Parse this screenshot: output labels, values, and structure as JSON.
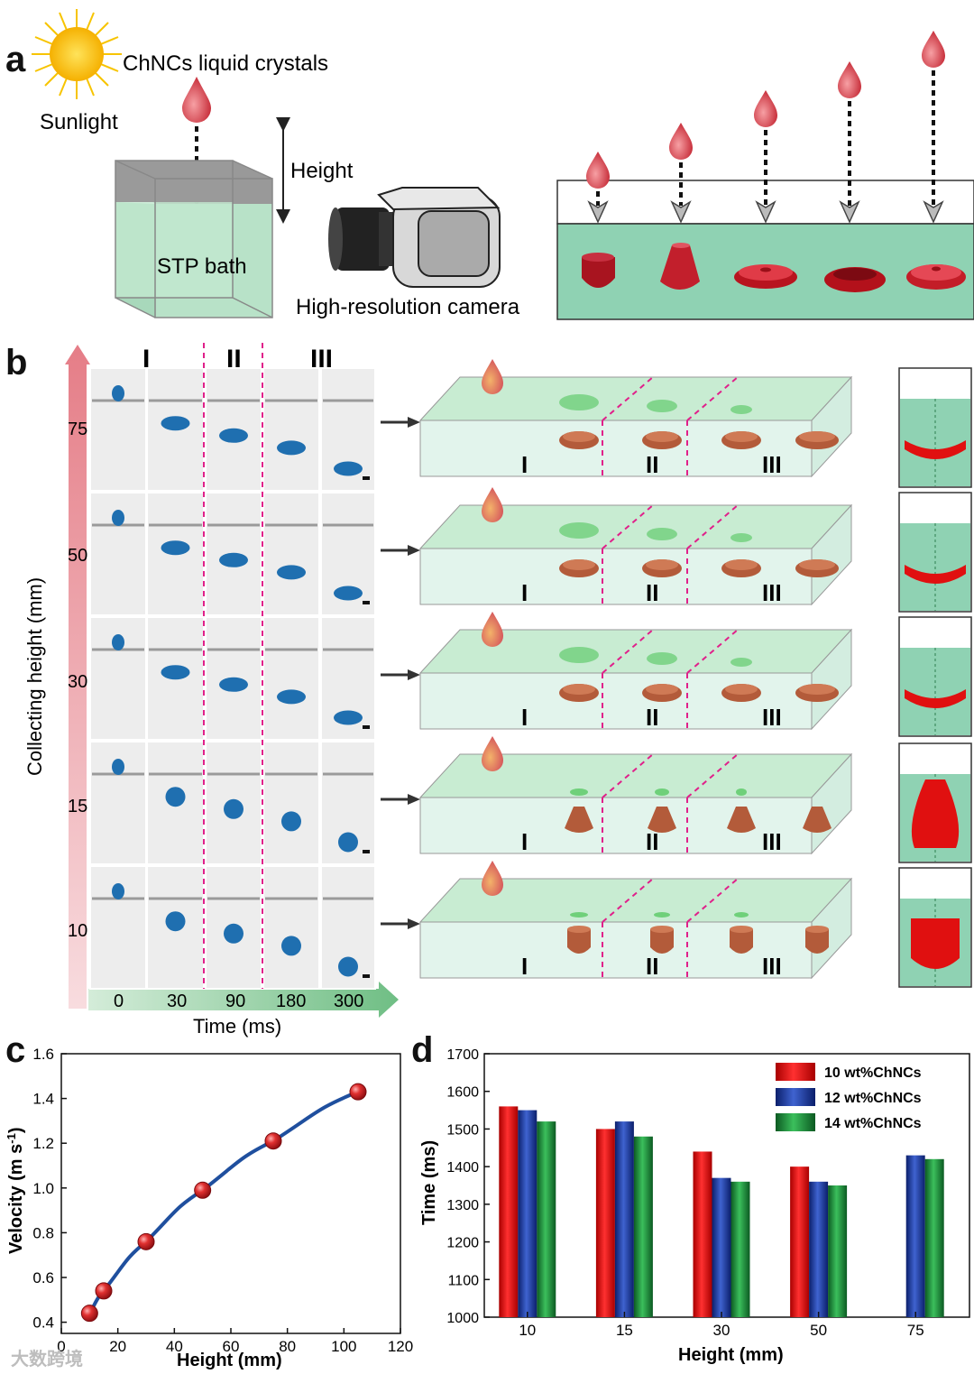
{
  "panel_a": {
    "letter": "a",
    "sun_label": "Sunlight",
    "material_label": "ChNCs liquid crystals",
    "height_label": "Height",
    "bath_label": "STP bath",
    "camera_label": "High-resolution camera"
  },
  "panel_b": {
    "letter": "b",
    "y_axis_label": "Collecting height (mm)",
    "x_axis_label": "Time (ms)",
    "stage_labels": [
      "I",
      "II",
      "III"
    ],
    "height_rows": [
      "75",
      "50",
      "30",
      "15",
      "10"
    ],
    "time_ticks": [
      "0",
      "30",
      "90",
      "180",
      "300"
    ],
    "colors": {
      "drop": "#d9404a",
      "bath": "#9fd8c0",
      "shape": "#b35b3a",
      "photo_drop": "#1f6fb0",
      "dash": "#e0208a"
    }
  },
  "panel_c": {
    "letter": "c",
    "chart_data": {
      "type": "scatter",
      "xlabel": "Height (mm)",
      "ylabel": "Velocity (m s-1)",
      "xlim": [
        0,
        120
      ],
      "ylim": [
        0.35,
        1.6
      ],
      "xticks": [
        "0",
        "20",
        "40",
        "60",
        "80",
        "100",
        "120"
      ],
      "yticks": [
        "0.4",
        "0.6",
        "0.8",
        "1.0",
        "1.2",
        "1.4",
        "1.6"
      ],
      "points": [
        {
          "x": 10,
          "y": 0.44
        },
        {
          "x": 15,
          "y": 0.54
        },
        {
          "x": 30,
          "y": 0.76
        },
        {
          "x": 50,
          "y": 0.99
        },
        {
          "x": 75,
          "y": 1.21
        },
        {
          "x": 105,
          "y": 1.43
        }
      ],
      "fit_curve": true,
      "colors": {
        "points": "#d3262e",
        "fit": "#1f4f9e"
      }
    }
  },
  "panel_d": {
    "letter": "d",
    "chart_data": {
      "type": "bar",
      "xlabel": "Height (mm)",
      "ylabel": "Time (ms)",
      "ylim": [
        1000,
        1700
      ],
      "yticks": [
        "1000",
        "1100",
        "1200",
        "1300",
        "1400",
        "1500",
        "1600",
        "1700"
      ],
      "categories": [
        "10",
        "15",
        "30",
        "50",
        "75"
      ],
      "series": [
        {
          "name": "10 wt%ChNCs",
          "color": "#e02020",
          "values": [
            1560,
            1500,
            1440,
            1400,
            null
          ]
        },
        {
          "name": "12 wt%ChNCs",
          "color": "#1f3f9e",
          "values": [
            1550,
            1520,
            1370,
            1360,
            1430
          ]
        },
        {
          "name": "14 wt%ChNCs",
          "color": "#1e8c3a",
          "values": [
            1520,
            1480,
            1360,
            1350,
            1420
          ]
        }
      ],
      "legend": "top-right"
    }
  },
  "watermark": "大数跨境"
}
